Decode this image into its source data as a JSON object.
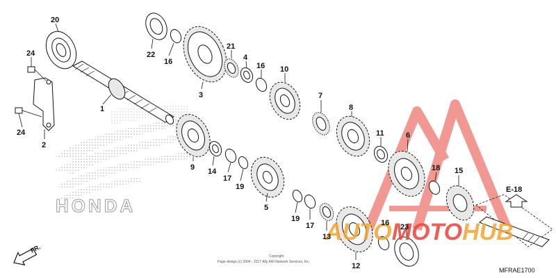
{
  "diagram": {
    "diagram_code": "MFRAE1700",
    "reference": "E-18",
    "direction_label": "FR.",
    "brand_watermark": "HONDA",
    "copyright_title": "Copyright",
    "copyright_line": "Page design (c) 2004 - 2017 Ally ARI Network Services, Inc.",
    "site_watermark": {
      "part1": "AUTO",
      "part2": "MOTO",
      "part3": "HUB"
    },
    "colors": {
      "line": "#111111",
      "watermark_red": "#e8443a",
      "watermark_orange": "#f2a531",
      "honda_gray": "#9a9a9a"
    }
  },
  "callouts": [
    {
      "id": "1",
      "label": "1"
    },
    {
      "id": "2",
      "label": "2"
    },
    {
      "id": "3",
      "label": "3"
    },
    {
      "id": "4",
      "label": "4"
    },
    {
      "id": "5",
      "label": "5"
    },
    {
      "id": "6",
      "label": "6"
    },
    {
      "id": "7",
      "label": "7"
    },
    {
      "id": "8",
      "label": "8"
    },
    {
      "id": "9",
      "label": "9"
    },
    {
      "id": "10",
      "label": "10"
    },
    {
      "id": "11a",
      "label": "11"
    },
    {
      "id": "12",
      "label": "12"
    },
    {
      "id": "13",
      "label": "13"
    },
    {
      "id": "14",
      "label": "14"
    },
    {
      "id": "15",
      "label": "15"
    },
    {
      "id": "16a",
      "label": "16"
    },
    {
      "id": "16b",
      "label": "16"
    },
    {
      "id": "16c",
      "label": "16"
    },
    {
      "id": "17a",
      "label": "17"
    },
    {
      "id": "17b",
      "label": "17"
    },
    {
      "id": "18",
      "label": "18"
    },
    {
      "id": "19a",
      "label": "19"
    },
    {
      "id": "19b",
      "label": "19"
    },
    {
      "id": "20",
      "label": "20"
    },
    {
      "id": "21",
      "label": "21"
    },
    {
      "id": "22",
      "label": "22"
    },
    {
      "id": "23",
      "label": "23"
    },
    {
      "id": "24a",
      "label": "24"
    },
    {
      "id": "24b",
      "label": "24"
    }
  ]
}
